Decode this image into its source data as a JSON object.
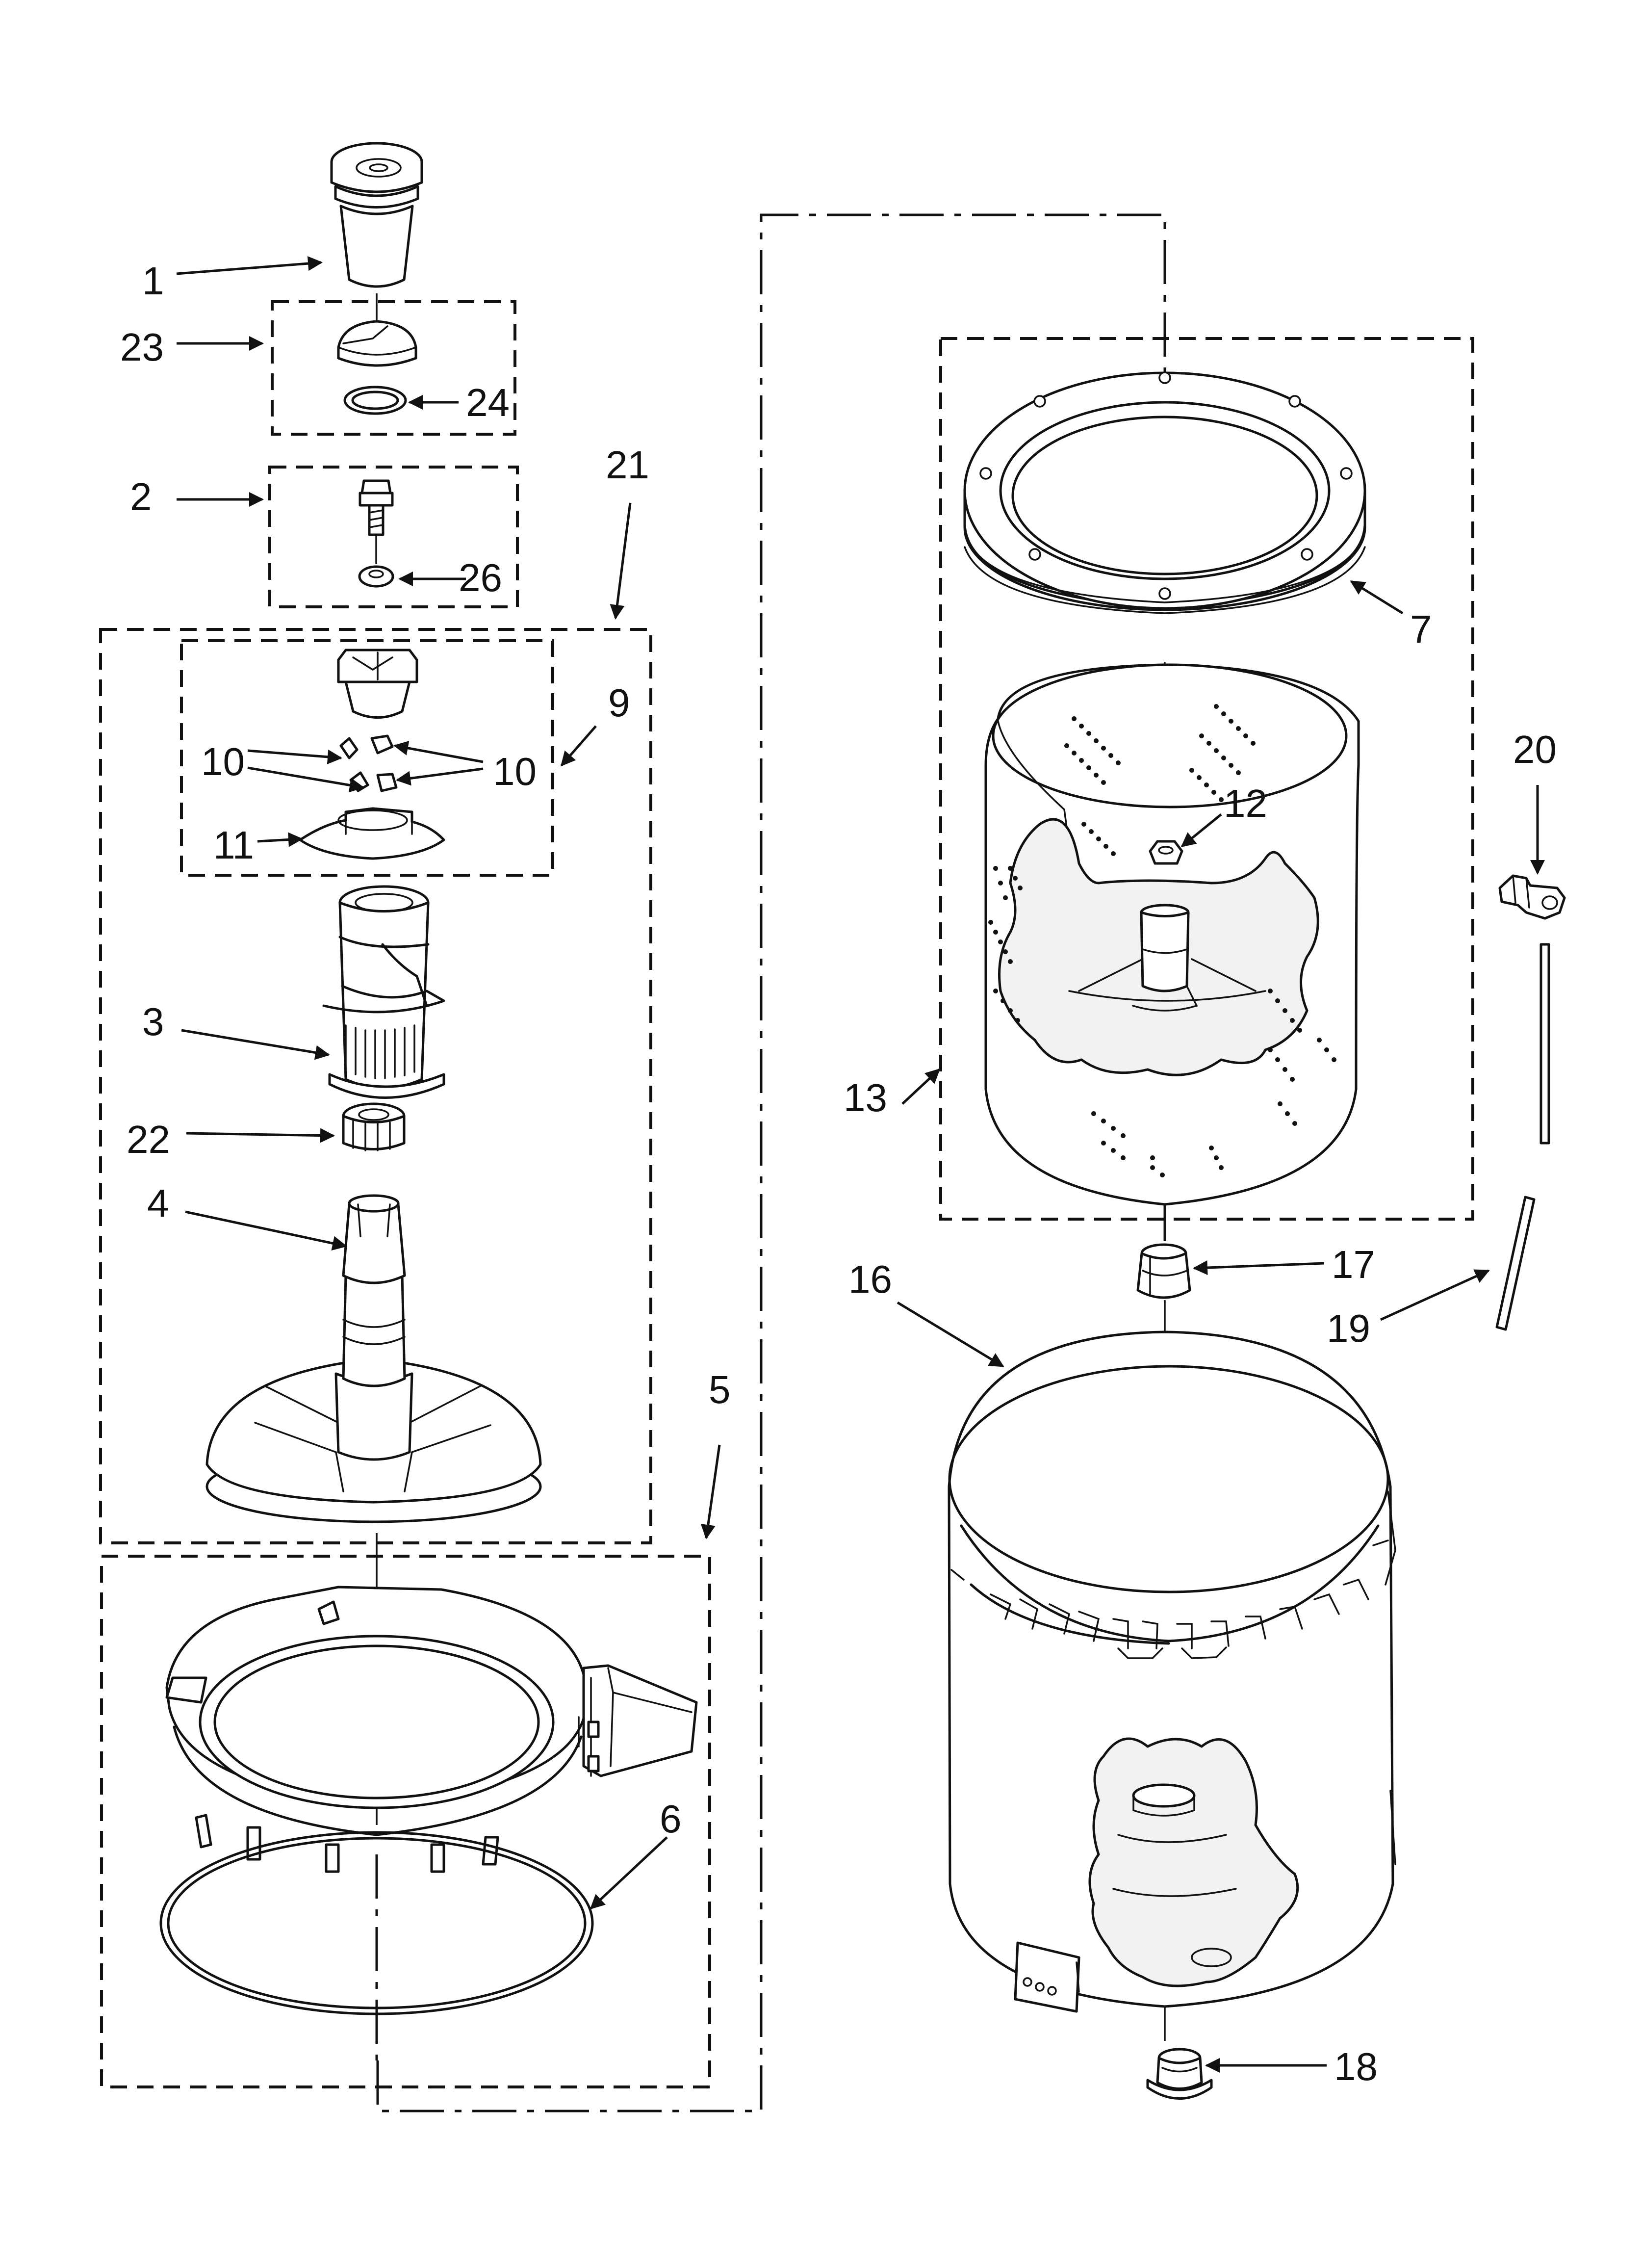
{
  "callouts": {
    "p1": "1",
    "p23": "23",
    "p24": "24",
    "p2": "2",
    "p26": "26",
    "p21": "21",
    "p9": "9",
    "p10a": "10",
    "p10b": "10",
    "p11": "11",
    "p3": "3",
    "p22": "22",
    "p4": "4",
    "p5": "5",
    "p6": "6",
    "p7": "7",
    "p12": "12",
    "p13": "13",
    "p17": "17",
    "p16": "16",
    "p19": "19",
    "p20": "20",
    "p18": "18"
  },
  "colors": {
    "line": "#111111",
    "background": "#ffffff"
  }
}
